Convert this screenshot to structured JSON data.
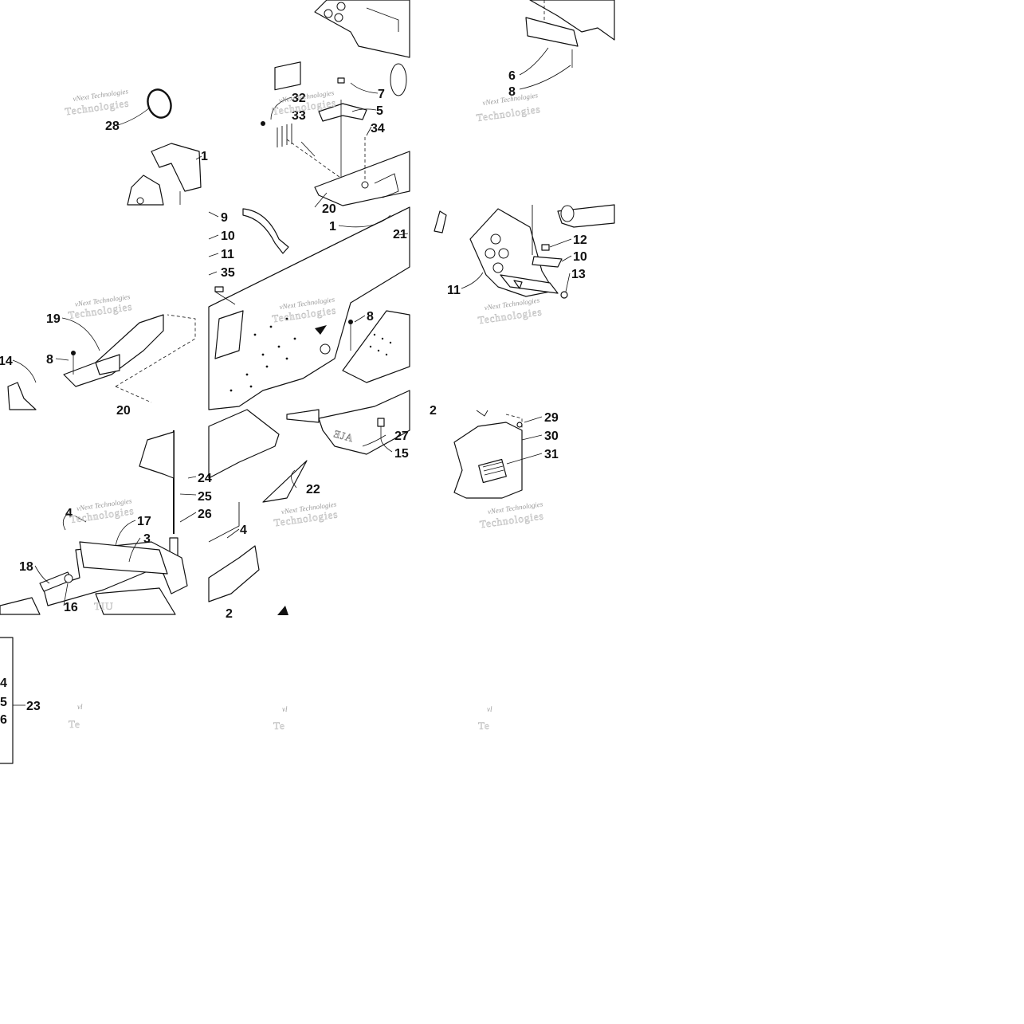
{
  "callouts": [
    "1",
    "2",
    "3",
    "4",
    "5",
    "6",
    "7",
    "8",
    "9",
    "10",
    "11",
    "12",
    "13",
    "14",
    "15",
    "16",
    "17",
    "18",
    "19",
    "20",
    "21",
    "22",
    "23",
    "24",
    "25",
    "26",
    "27",
    "28",
    "29",
    "30",
    "31",
    "32",
    "33",
    "34",
    "35"
  ],
  "watermark": {
    "line1": "vNext Technologies",
    "line2": "Technologies",
    "stub1": "vl",
    "stub2": "Te"
  },
  "colors": {
    "ink": "#111111",
    "watermark": "#9a9a9a",
    "background": "#ffffff"
  }
}
